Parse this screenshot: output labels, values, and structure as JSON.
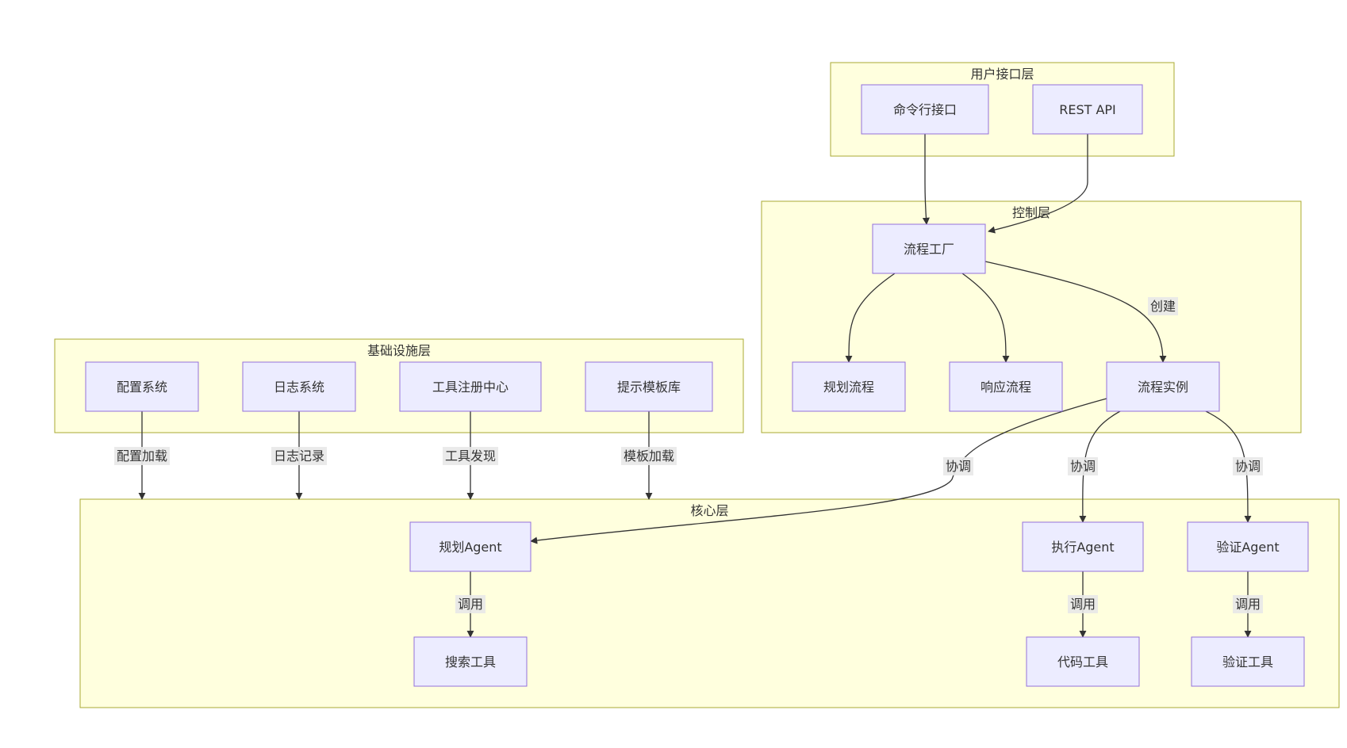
{
  "clusters": [
    {
      "id": "ui",
      "label": "用户接口层"
    },
    {
      "id": "control",
      "label": "控制层"
    },
    {
      "id": "infra",
      "label": "基础设施层"
    },
    {
      "id": "core",
      "label": "核心层"
    }
  ],
  "nodes": [
    {
      "id": "cli",
      "label": "命令行接口"
    },
    {
      "id": "rest",
      "label": "REST API"
    },
    {
      "id": "factory",
      "label": "流程工厂"
    },
    {
      "id": "plan_flow",
      "label": "规划流程"
    },
    {
      "id": "resp_flow",
      "label": "响应流程"
    },
    {
      "id": "flow_inst",
      "label": "流程实例"
    },
    {
      "id": "config",
      "label": "配置系统"
    },
    {
      "id": "log",
      "label": "日志系统"
    },
    {
      "id": "tool_reg",
      "label": "工具注册中心"
    },
    {
      "id": "prompt_lib",
      "label": "提示模板库"
    },
    {
      "id": "plan_agent",
      "label": "规划Agent"
    },
    {
      "id": "exec_agent",
      "label": "执行Agent"
    },
    {
      "id": "verify_agent",
      "label": "验证Agent"
    },
    {
      "id": "search_tool",
      "label": "搜索工具"
    },
    {
      "id": "code_tool",
      "label": "代码工具"
    },
    {
      "id": "verify_tool",
      "label": "验证工具"
    }
  ],
  "edges": [
    {
      "id": "cli_factory",
      "from": "cli",
      "to": "factory",
      "label": ""
    },
    {
      "id": "rest_factory",
      "from": "rest",
      "to": "factory",
      "label": ""
    },
    {
      "id": "factory_plan",
      "from": "factory",
      "to": "plan_flow",
      "label": ""
    },
    {
      "id": "factory_resp",
      "from": "factory",
      "to": "resp_flow",
      "label": ""
    },
    {
      "id": "factory_inst",
      "from": "factory",
      "to": "flow_inst",
      "label": "创建"
    },
    {
      "id": "config_core",
      "from": "config",
      "to": "core",
      "label": "配置加载"
    },
    {
      "id": "log_core",
      "from": "log",
      "to": "core",
      "label": "日志记录"
    },
    {
      "id": "toolreg_core",
      "from": "tool_reg",
      "to": "core",
      "label": "工具发现"
    },
    {
      "id": "prompt_core",
      "from": "prompt_lib",
      "to": "core",
      "label": "模板加载"
    },
    {
      "id": "inst_plan",
      "from": "flow_inst",
      "to": "plan_agent",
      "label": "协调"
    },
    {
      "id": "inst_exec",
      "from": "flow_inst",
      "to": "exec_agent",
      "label": "协调"
    },
    {
      "id": "inst_verify",
      "from": "flow_inst",
      "to": "verify_agent",
      "label": "协调"
    },
    {
      "id": "plan_search",
      "from": "plan_agent",
      "to": "search_tool",
      "label": "调用"
    },
    {
      "id": "exec_code",
      "from": "exec_agent",
      "to": "code_tool",
      "label": "调用"
    },
    {
      "id": "verify_vtool",
      "from": "verify_agent",
      "to": "verify_tool",
      "label": "调用"
    }
  ]
}
